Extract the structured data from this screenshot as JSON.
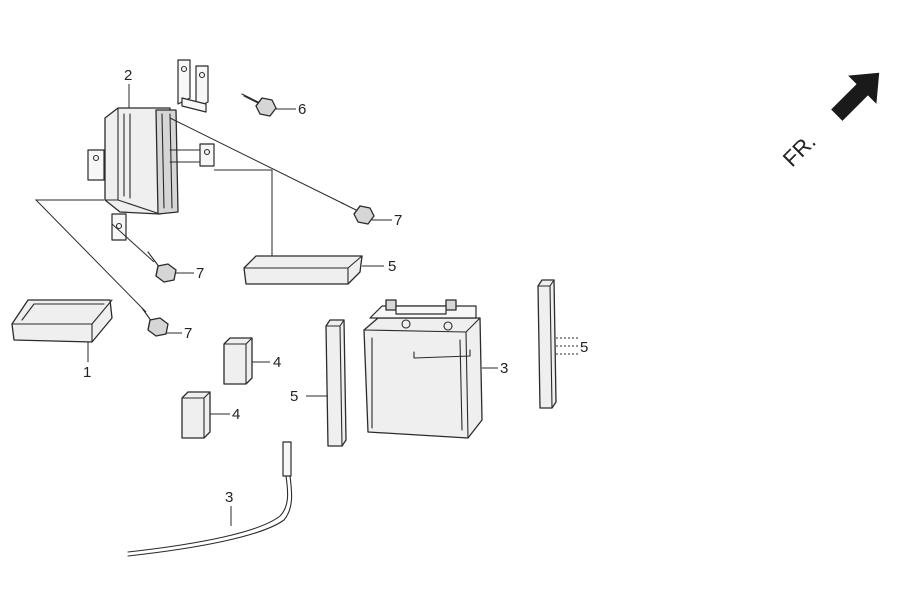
{
  "callouts": {
    "c1": "1",
    "c2": "2",
    "c3_wire": "3",
    "c3_battery": "3",
    "c4_upper": "4",
    "c4_lower": "4",
    "c5_top": "5",
    "c5_left": "5",
    "c5_right": "5",
    "c6": "6",
    "c7_top": "7",
    "c7_mid": "7",
    "c7_low": "7"
  },
  "direction": {
    "label": "FR.",
    "icon": "front-direction-arrow-icon"
  },
  "colors": {
    "line": "#2b2b2b",
    "fill": "#efefef",
    "arrow": "#1a1a1a"
  }
}
